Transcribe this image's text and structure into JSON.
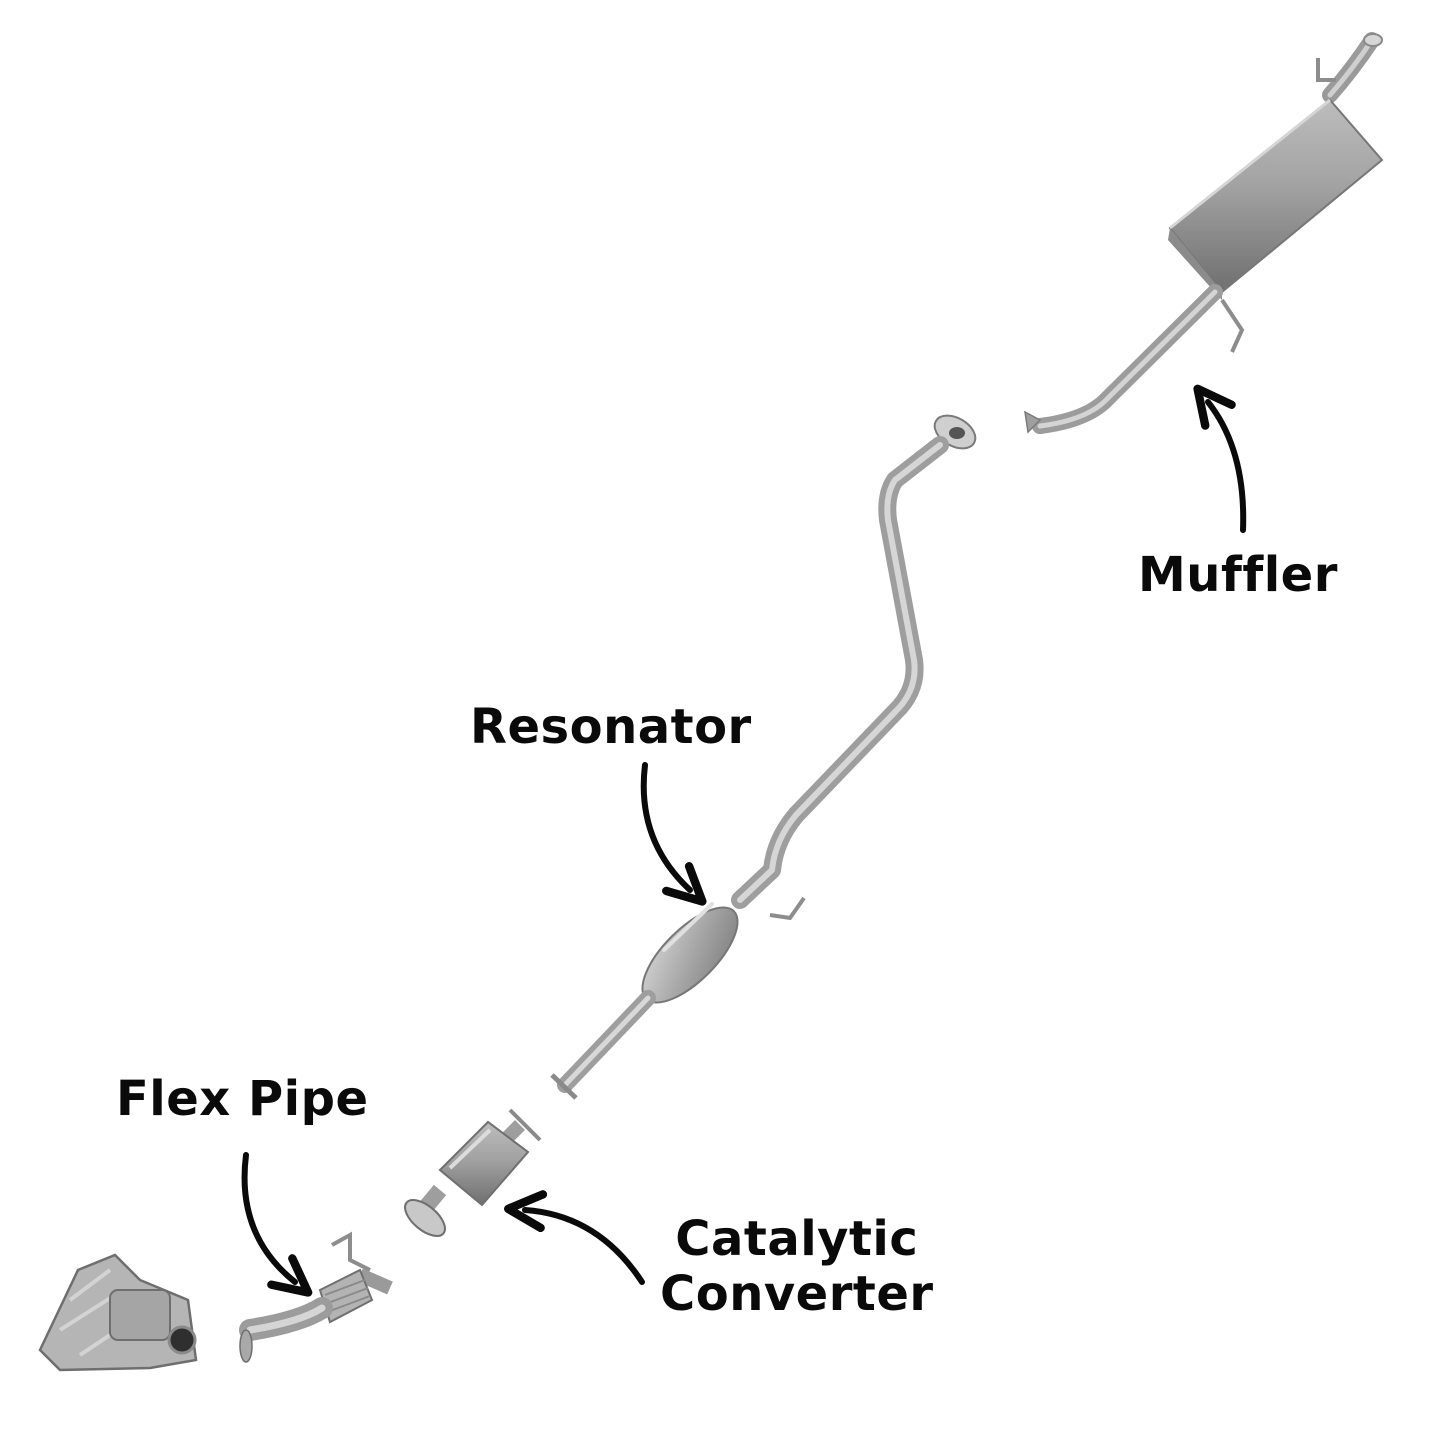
{
  "labels": {
    "muffler": "Muffler",
    "resonator": "Resonator",
    "flex_pipe": "Flex Pipe",
    "catalytic_line1": "Catalytic",
    "catalytic_line2": "Converter"
  },
  "colors": {
    "metal_light": "#c9c9c9",
    "metal_mid": "#a9a9a9",
    "metal_dark": "#7d7d7d",
    "ink": "#0a0a0a",
    "background": "#ffffff"
  }
}
